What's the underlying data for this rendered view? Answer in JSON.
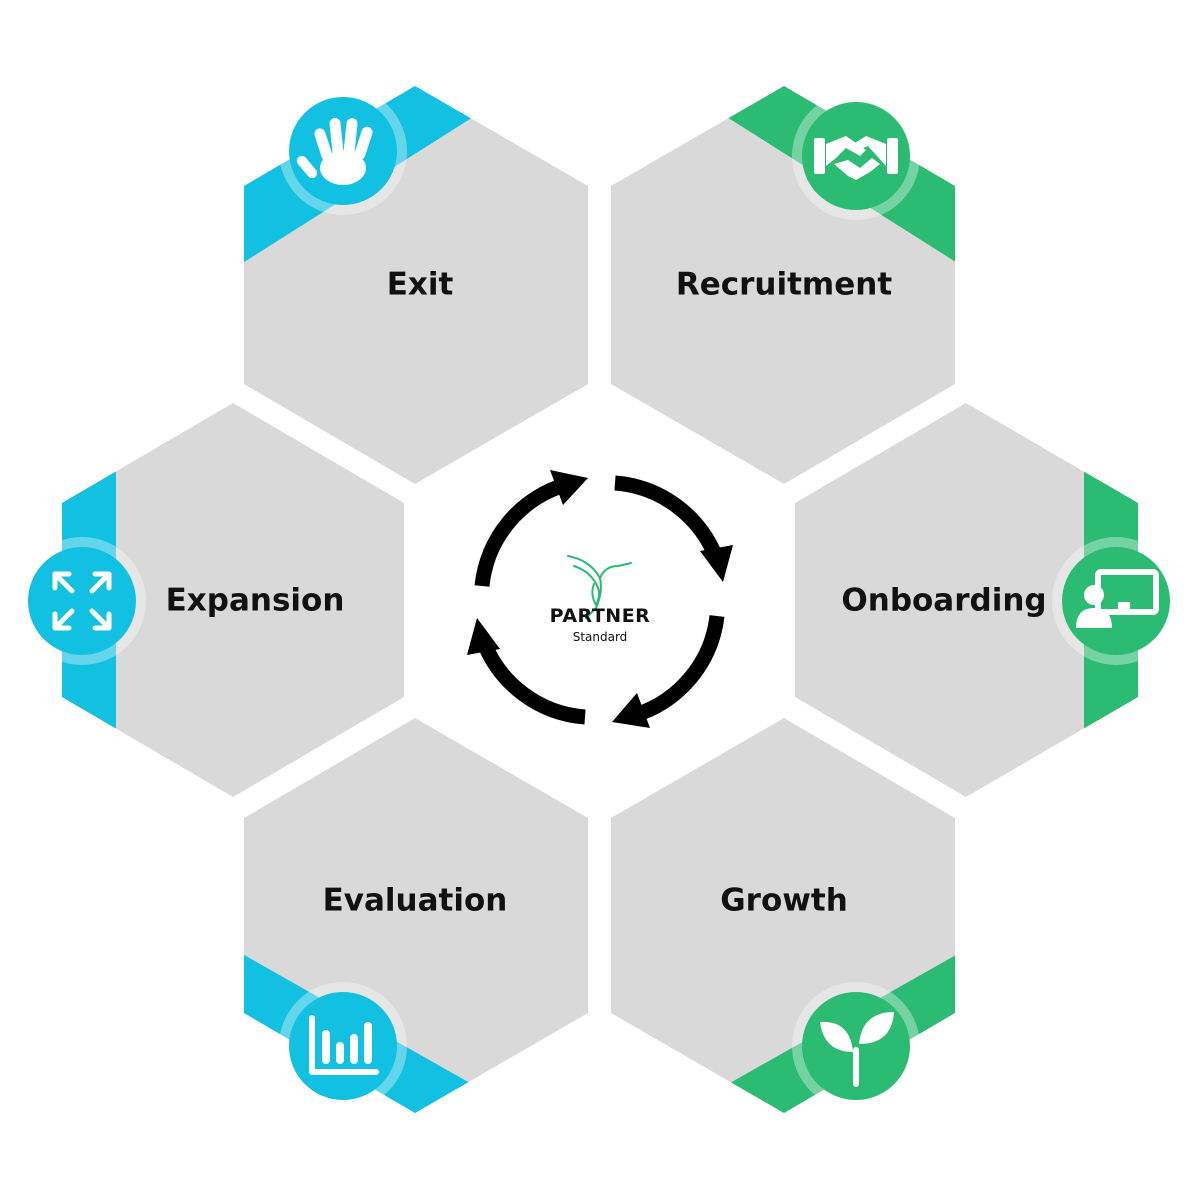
{
  "colors": {
    "hexagon_fill": "#d9d9d9",
    "blue_accent": "#12c0e2",
    "green_accent": "#2cbb72",
    "arrow": "#000000",
    "text": "#111111",
    "background": "#ffffff"
  },
  "center": {
    "logo_name": "PARTNER",
    "logo_sub": "Standard",
    "logo_icon": "hummingbird-icon",
    "cycle_icon": "cycle-arrows-icon"
  },
  "stages": [
    {
      "id": "exit",
      "label": "Exit",
      "icon": "raised-hand-icon",
      "accent": "blue"
    },
    {
      "id": "recruitment",
      "label": "Recruitment",
      "icon": "handshake-icon",
      "accent": "green"
    },
    {
      "id": "onboarding",
      "label": "Onboarding",
      "icon": "presentation-icon",
      "accent": "green"
    },
    {
      "id": "growth",
      "label": "Growth",
      "icon": "sprout-icon",
      "accent": "green"
    },
    {
      "id": "evaluation",
      "label": "Evaluation",
      "icon": "bar-chart-icon",
      "accent": "blue"
    },
    {
      "id": "expansion",
      "label": "Expansion",
      "icon": "expand-arrows-icon",
      "accent": "blue"
    }
  ]
}
